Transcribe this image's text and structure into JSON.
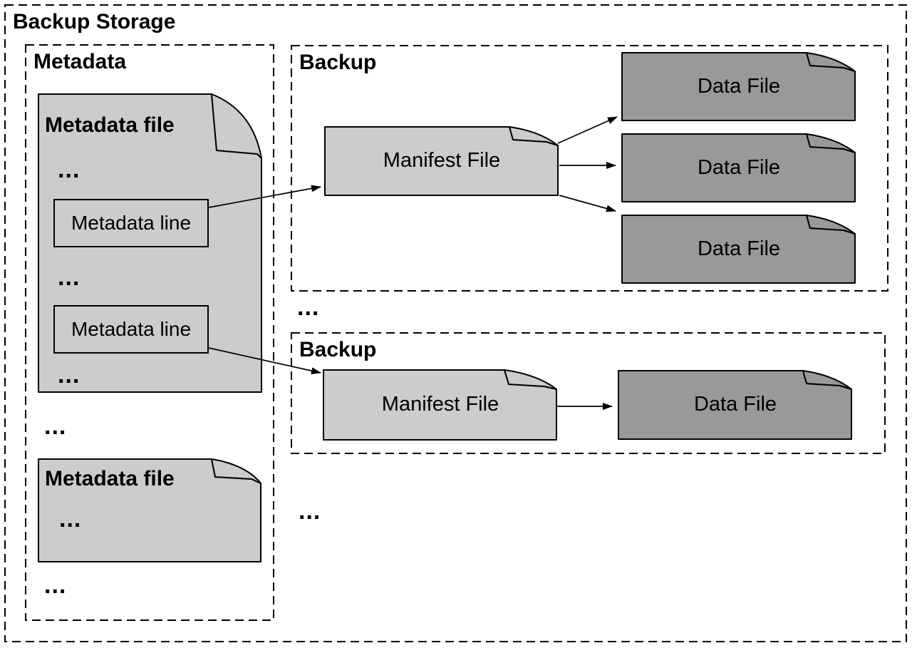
{
  "title": "Backup Storage",
  "metadata_section": {
    "label": "Metadata",
    "file1": {
      "label": "Metadata file",
      "ellipsis_top": "...",
      "lines": [
        "Metadata line",
        "Metadata line"
      ],
      "ellipsis_middle": "...",
      "ellipsis_bottom": "..."
    },
    "ellipsis_between_files": "...",
    "file2": {
      "label": "Metadata file",
      "ellipsis": "..."
    },
    "ellipsis_after_files": "..."
  },
  "backups": {
    "backup1": {
      "label": "Backup",
      "manifest_label": "Manifest File",
      "data_files": [
        "Data File",
        "Data File",
        "Data File"
      ]
    },
    "ellipsis_between_backups": "...",
    "backup2": {
      "label": "Backup",
      "manifest_label": "Manifest File",
      "data_files": [
        "Data File"
      ]
    },
    "ellipsis_bottom": "..."
  },
  "colors": {
    "light_file_fill": "#cccccc",
    "dark_file_fill": "#999999",
    "line": "#000000",
    "background": "#ffffff"
  }
}
